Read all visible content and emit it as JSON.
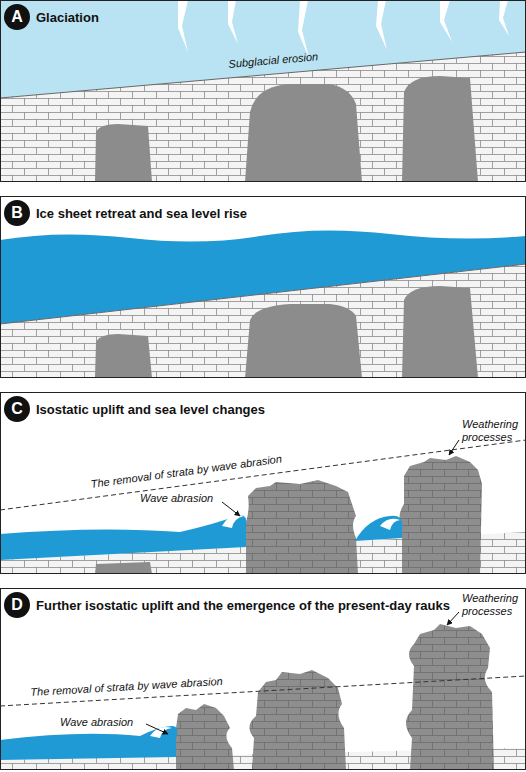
{
  "diagram": {
    "nodes": [
      {
        "text": [
          "A",
          "Glaciation"
        ]
      },
      {
        "text": [
          "B",
          "Ice sheet retreat and sea level rise"
        ]
      },
      {
        "text": [
          "C",
          "Isostatic uplift and sea level changes"
        ]
      },
      {
        "text": [
          "D",
          "Further isostatic uplift and the emergence of the present-day rauks"
        ]
      }
    ],
    "labels": [
      "Subglacial erosion",
      "The removal of strata by wave abrasion",
      "Wave abrasion",
      "Weathering processes",
      "The removal of strata by wave abrasion",
      "Wave abrasion",
      "Weathering processes"
    ]
  }
}
